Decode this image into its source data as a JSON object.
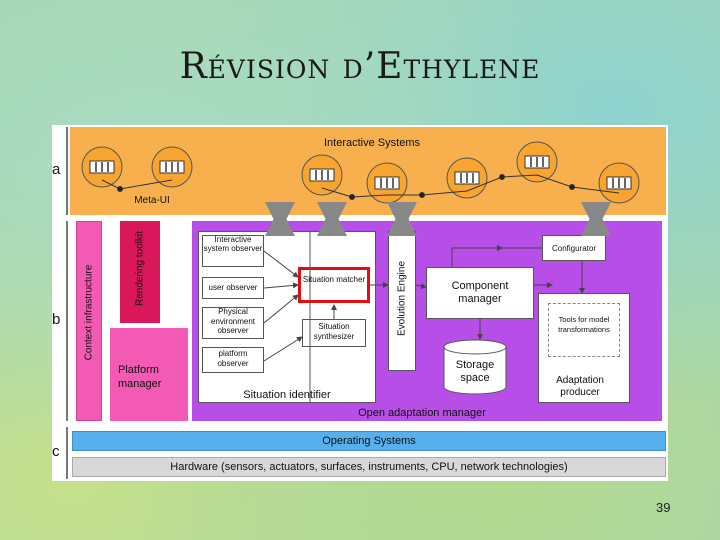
{
  "slide": {
    "title": "Révision d’Ethylene",
    "page_number": "39"
  },
  "diagram": {
    "row_labels": [
      "a",
      "b",
      "c"
    ],
    "interactive_systems": "Interactive Systems",
    "meta_ui": "Meta-UI",
    "context_infrastructure": "Context infrastructure",
    "rendering_toolkit": "Rendering toolkit",
    "platform_manager": "Platform manager",
    "observers": {
      "interactive_system": "Interactive system observer",
      "user": "user observer",
      "physical_environment": "Physical environment observer",
      "platform": "platform observer"
    },
    "situation_matcher": "Situation matcher",
    "situation_synthesizer": "Situation synthesizer",
    "situation_identifier": "Situation identifier",
    "evolution_engine": "Evolution Engine",
    "component_manager": "Component manager",
    "storage_space": "Storage space",
    "configurator": "Configurator",
    "tools": "Tools for model transformations",
    "adaptation_producer": "Adaptation producer",
    "open_adaptation_manager": "Open adaptation manager",
    "operating_systems": "Operating Systems",
    "hardware": "Hardware (sensors, actuators, surfaces, instruments, CPU, network technologies)"
  },
  "colors": {
    "orange": "#f7b04d",
    "purple": "#b84ee8",
    "pink": "#f25ab4",
    "crimson": "#d8185a",
    "blue": "#56b0ee",
    "gray": "#d8d8d8",
    "highlight": "#e01010"
  }
}
